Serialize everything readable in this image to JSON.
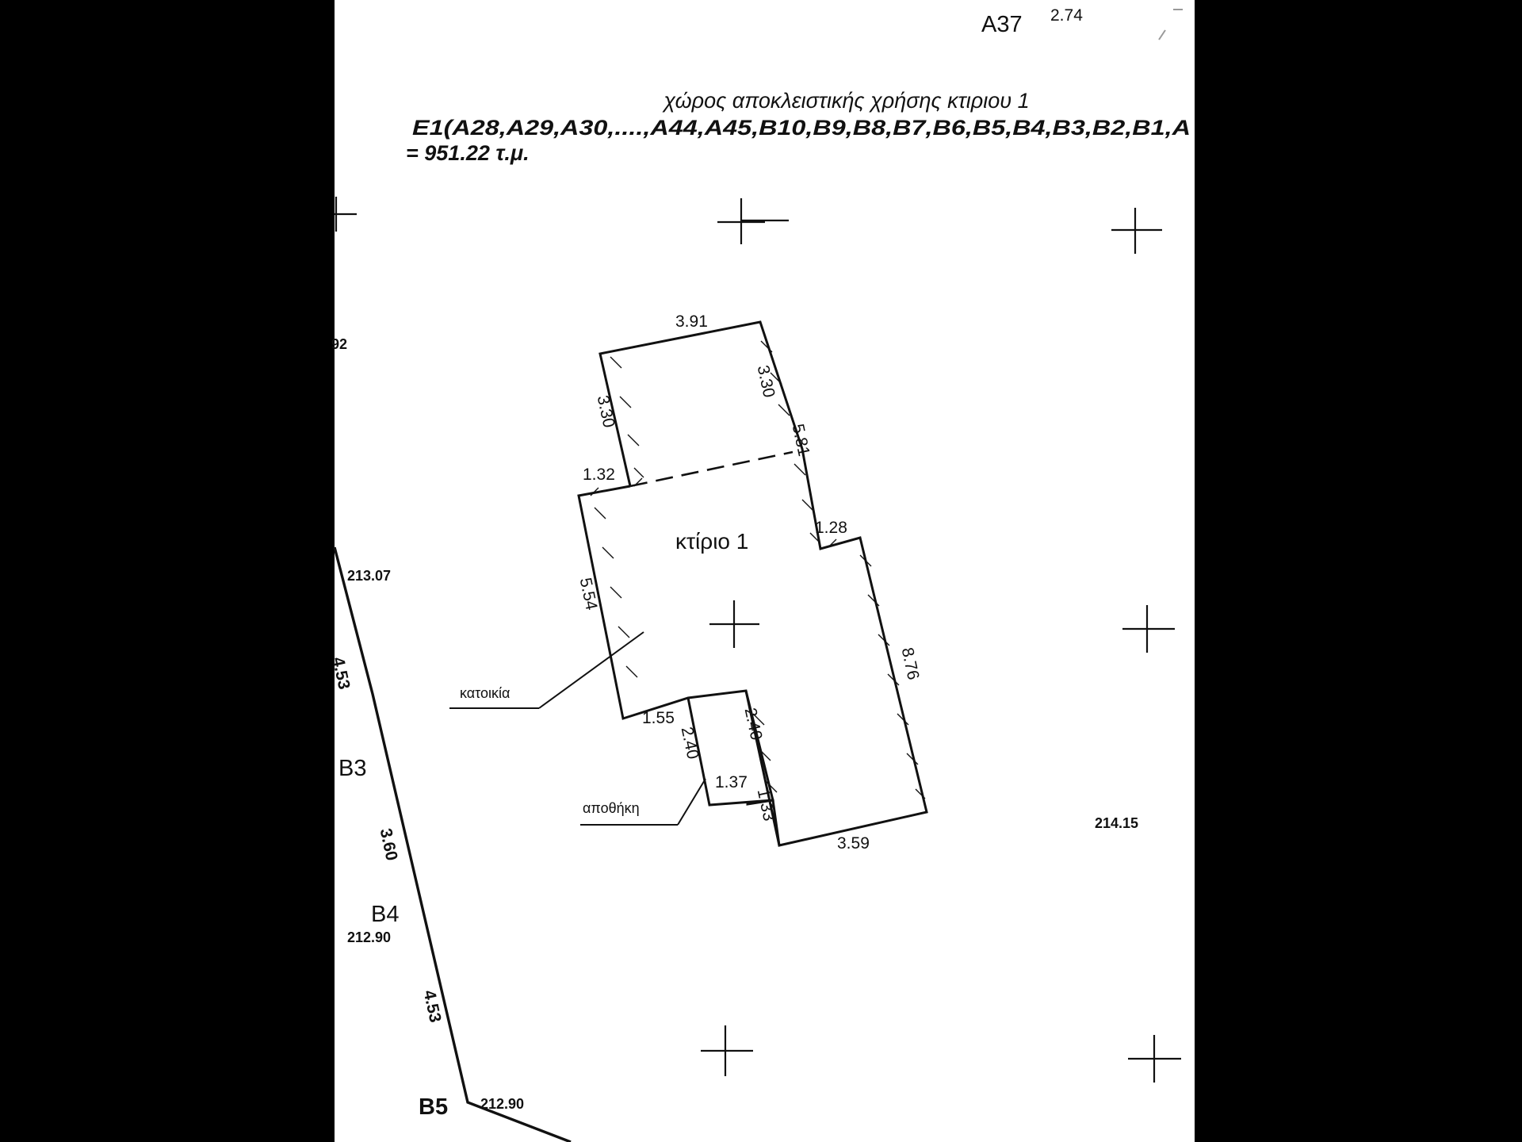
{
  "colors": {
    "background": "#000000",
    "paper": "#ffffff",
    "ink": "#111111"
  },
  "header": {
    "title": "χώρος αποκλειστικής χρήσης κτιριου 1",
    "points_line": "E1(A28,A29,A30,....,A44,A45,B10,B9,B8,B7,B6,B5,B4,B3,B2,B1,A",
    "area": "= 951.22 τ.μ."
  },
  "corner": {
    "point": "A37",
    "distance": "2.74"
  },
  "edge_fragment": "92",
  "building": {
    "name": "κτίριο 1",
    "dims": {
      "top": "3.91",
      "upper_right": "3.30",
      "right_diag": "5.81",
      "upper_left": "3.30",
      "left_step": "1.32",
      "right_step": "1.28",
      "left": "5.54",
      "right": "8.76",
      "bottom_left": "1.55",
      "store_left": "2.40",
      "store_right": "2.40",
      "store_bottom": "1.37",
      "lower_right": "1.33",
      "bottom": "3.59"
    },
    "labels": {
      "residence": "κατοικία",
      "storage": "αποθήκη"
    }
  },
  "boundary": {
    "b3": {
      "name": "B3"
    },
    "b4": {
      "name": "B4",
      "elevation": "212.90"
    },
    "b5": {
      "name": "B5",
      "elevation": "212.90"
    },
    "top_elevation": "213.07",
    "segments": {
      "s1": "4.53",
      "s2": "3.60",
      "s3": "4.53"
    }
  },
  "right_elevation": "214.15"
}
